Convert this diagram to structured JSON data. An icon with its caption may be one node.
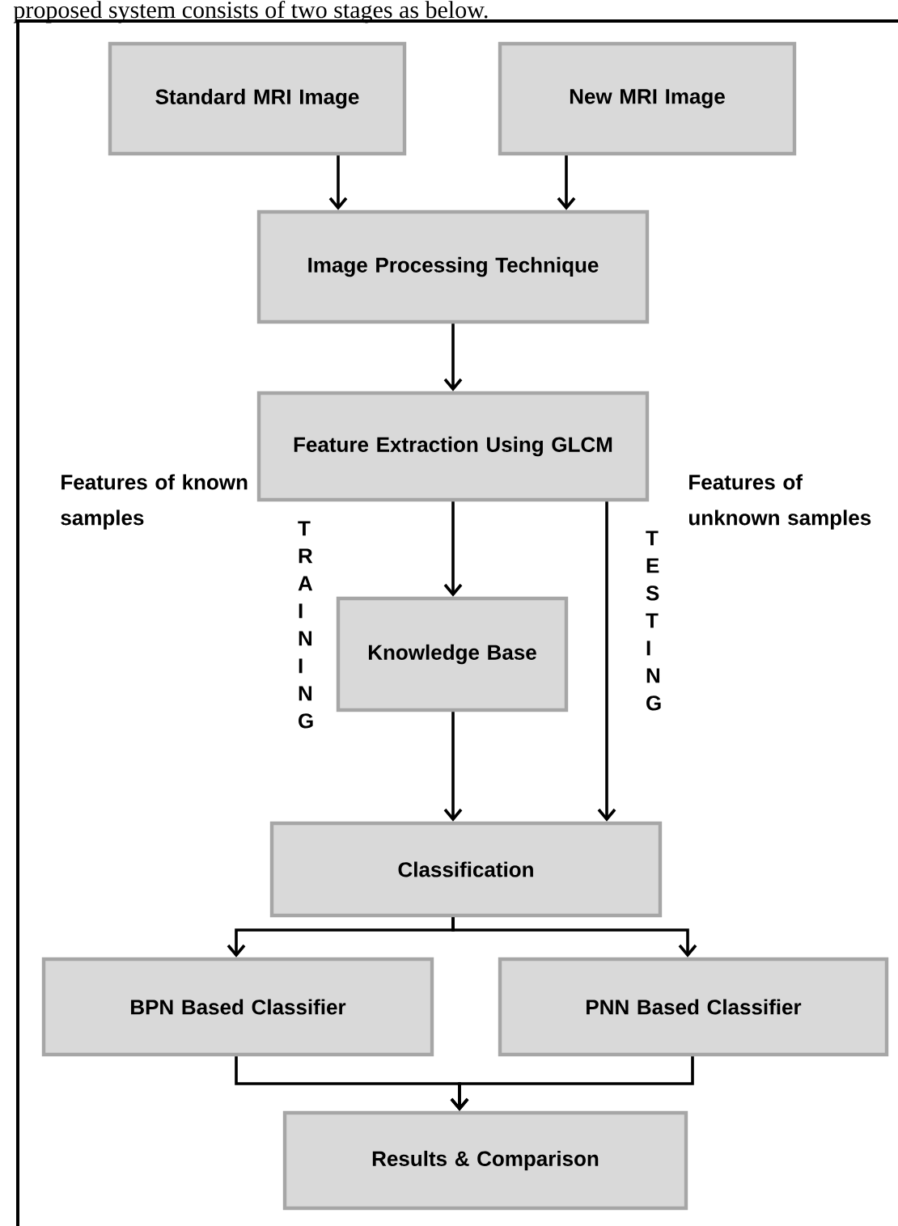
{
  "diagram": {
    "nodes": [
      {
        "text": [
          "Standard MRI Image"
        ]
      },
      {
        "text": [
          "New MRI Image"
        ]
      },
      {
        "text": [
          "Image Processing Technique"
        ]
      },
      {
        "text": [
          "Feature Extraction Using GLCM"
        ]
      },
      {
        "text": [
          "Knowledge Base"
        ]
      },
      {
        "text": [
          "Classification"
        ]
      },
      {
        "text": [
          "BPN Based Classifier"
        ]
      },
      {
        "text": [
          "PNN Based Classifier"
        ]
      },
      {
        "text": [
          "Results & Comparison"
        ]
      }
    ],
    "edges": [
      {
        "from": 0,
        "to": 2,
        "arrow": "to"
      },
      {
        "from": 1,
        "to": 2,
        "arrow": "to"
      },
      {
        "from": 2,
        "to": 3,
        "arrow": "to"
      },
      {
        "from": 3,
        "to": 4,
        "arrow": "to"
      },
      {
        "from": 4,
        "to": 5,
        "arrow": "to"
      },
      {
        "from": 3,
        "to": 5,
        "arrow": "to"
      },
      {
        "from": 5,
        "to": 6,
        "arrow": "to"
      },
      {
        "from": 5,
        "to": 7,
        "arrow": "to"
      },
      {
        "from": 6,
        "to": 8,
        "arrow": "to"
      },
      {
        "from": 7,
        "to": 8,
        "arrow": "to"
      }
    ],
    "labels": [
      "proposed system consists of two stages as below.",
      "TRAINING",
      "Features of known samples",
      "TESTING",
      "Features of unknown samples"
    ]
  }
}
